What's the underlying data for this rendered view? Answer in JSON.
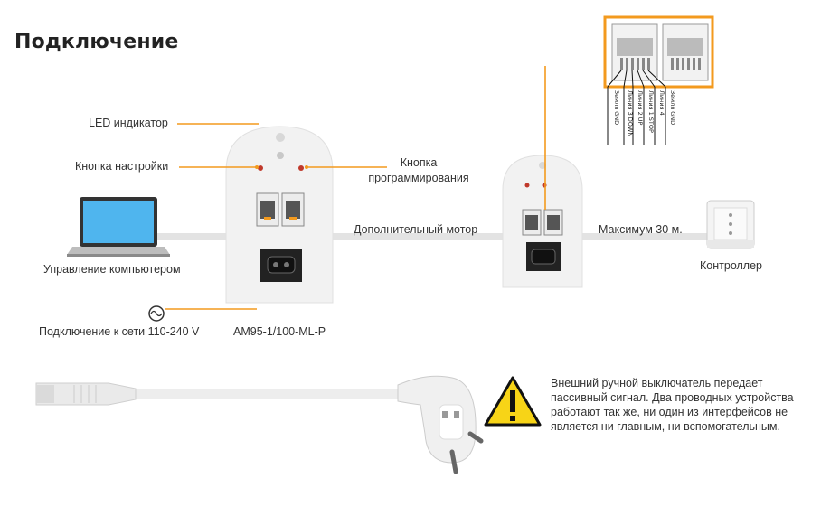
{
  "title": "Подключение",
  "labels": {
    "led": "LED индикатор",
    "setup_button": "Кнопка настройки",
    "program_button_line1": "Кнопка",
    "program_button_line2": "программирования",
    "extra_motor": "Дополнительный мотор",
    "max_distance": "Максимум 30 м.",
    "computer_control": "Управление компьютером",
    "controller": "Контроллер",
    "power": "Подключение к сети 110-240 V",
    "model": "AM95-1/100-ML-P"
  },
  "pins": [
    "Земля GND",
    "Линия 3 DOWN",
    "Линия 2 UP",
    "Линия 1 STOP",
    "Линия 4",
    "Земля GND"
  ],
  "warning": {
    "text": "Внешний ручной выключатель передает пассивный сигнал. Два проводных устройства работают так же, ни один из интерфейсов не является ни главным, ни вспомогательным."
  },
  "colors": {
    "accent": "#f39a1e",
    "warning_yellow": "#f7d417",
    "cable": "#e6e6e6"
  }
}
